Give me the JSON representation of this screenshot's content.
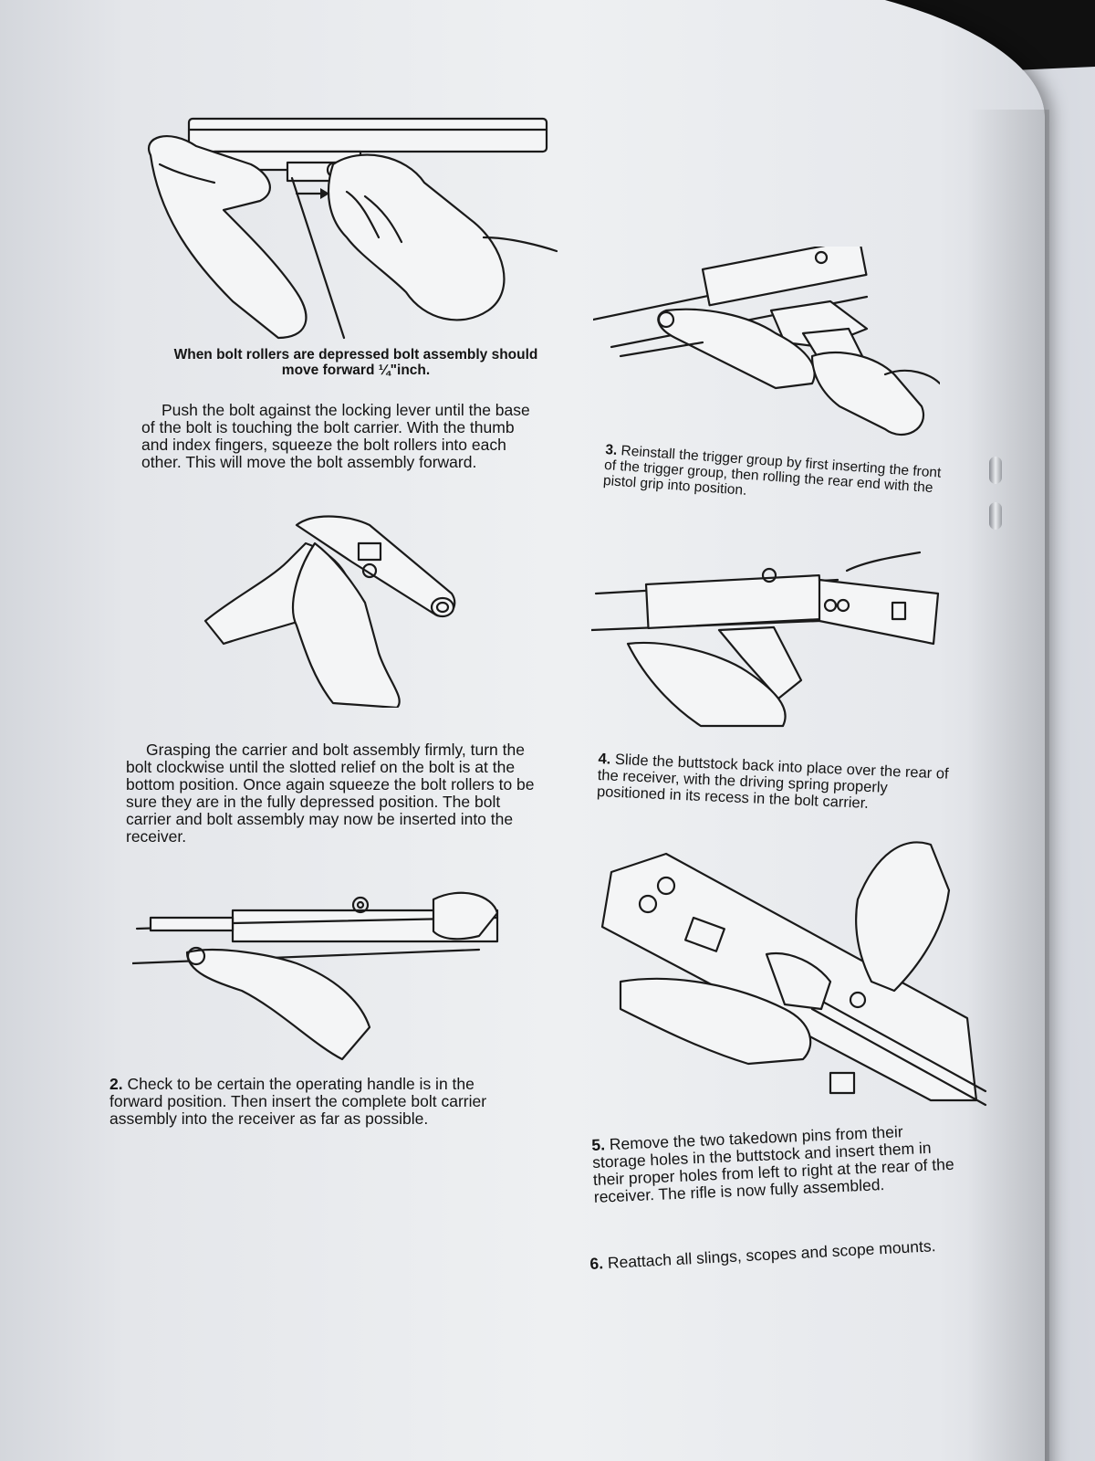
{
  "caption_1": "When bolt rollers are depressed bolt assembly should move forward ¼\"inch.",
  "para_push": "Push the bolt against the locking lever until the base of the bolt is touching the bolt carrier. With the thumb and index fingers, squeeze the bolt rollers into each other. This will move the bolt assembly forward.",
  "para_grasp": "Grasping the carrier and bolt assembly firmly, turn the bolt clockwise until the slotted relief on the bolt is at the bottom position. Once again squeeze the bolt rollers to be sure they are in the fully depressed position. The bolt carrier and bolt assembly may now be inserted into the receiver.",
  "steps": [
    {
      "number": "2.",
      "text": "Check to be certain the operating handle is in the forward position. Then insert the complete bolt carrier assembly into the receiver as far as possible."
    },
    {
      "number": "3.",
      "text": "Reinstall the trigger group by first inserting the front of the trigger group, then rolling the rear end with the pistol grip into position."
    },
    {
      "number": "4.",
      "text": "Slide the buttstock back into place over the rear of the receiver, with the driving spring properly positioned in its recess in the bolt carrier."
    },
    {
      "number": "5.",
      "text": "Remove the two takedown pins from their storage holes in the buttstock and insert them in their proper holes from left to right at the rear of the receiver. The rifle is now fully assembled."
    },
    {
      "number": "6.",
      "text": "Reattach all slings, scopes and scope mounts."
    }
  ]
}
